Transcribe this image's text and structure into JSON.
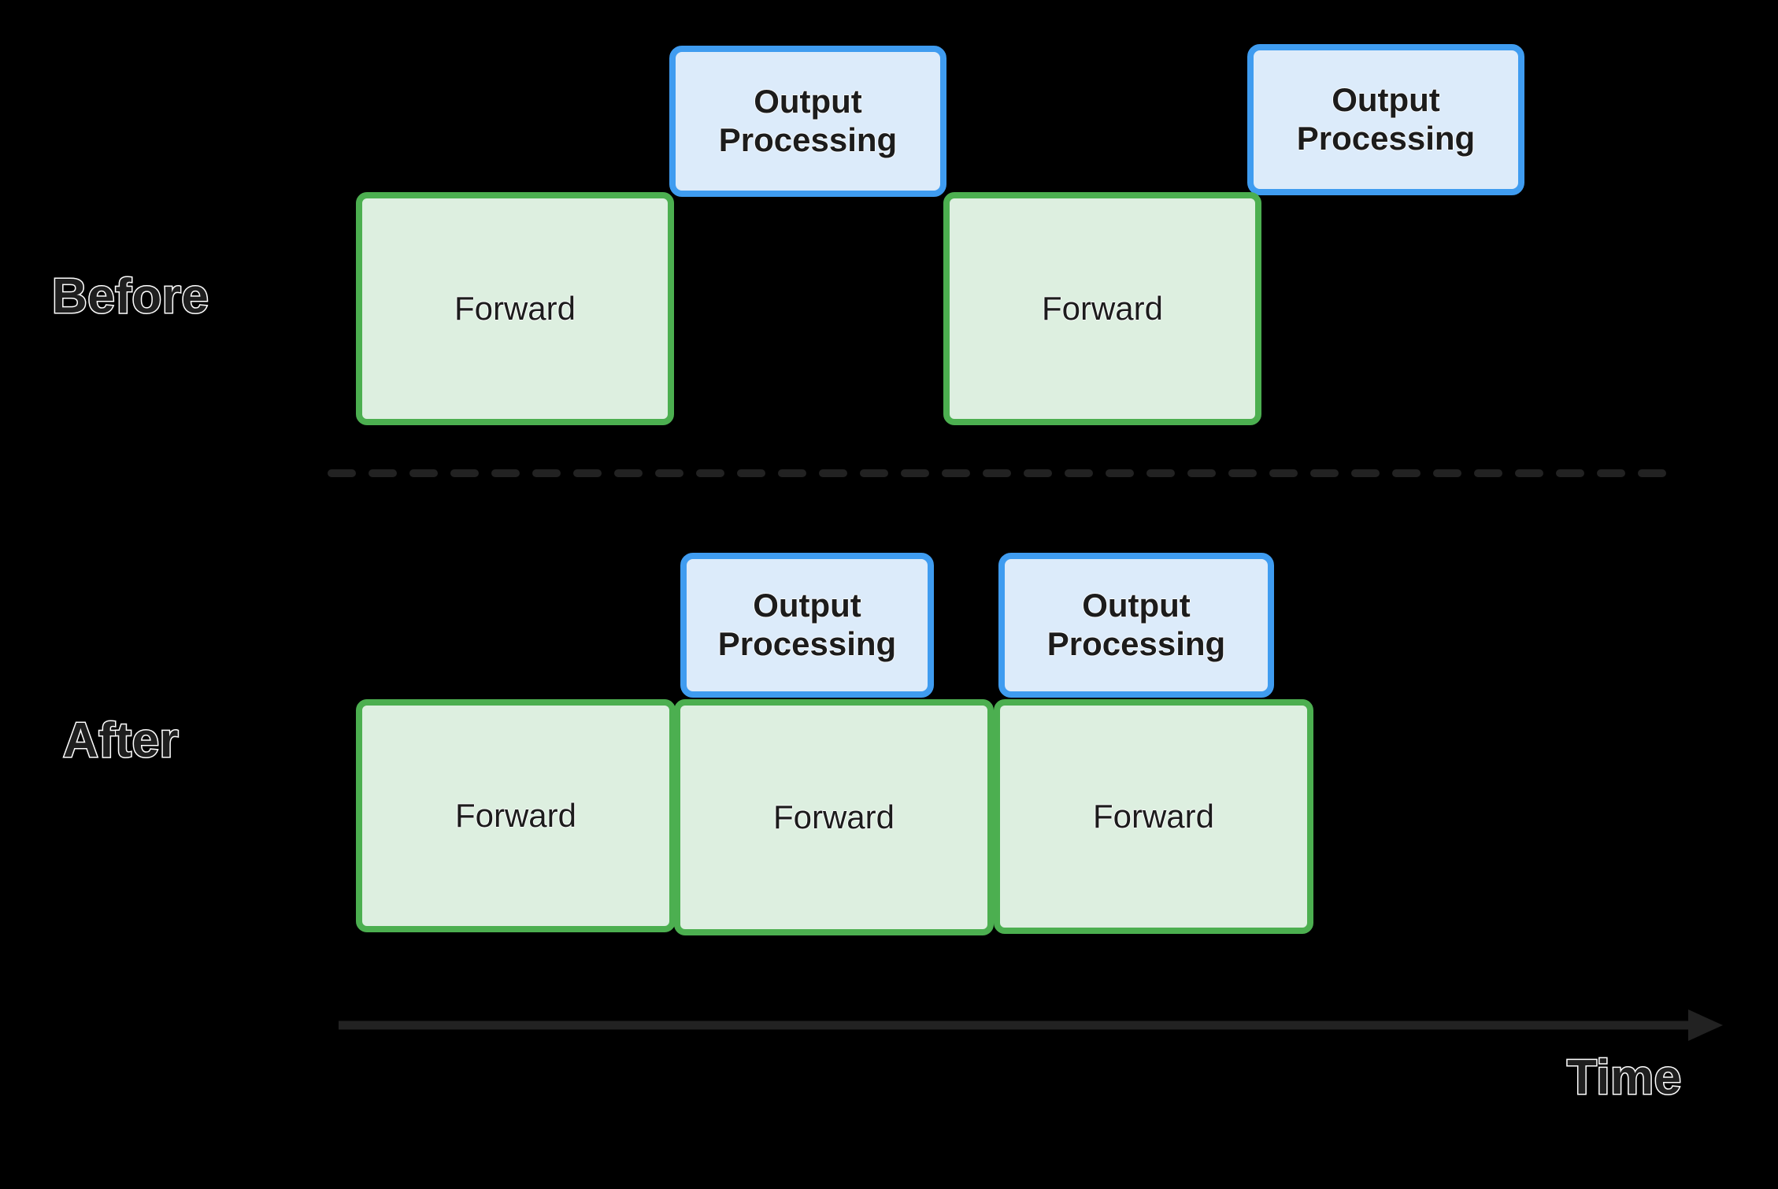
{
  "figure": {
    "background_color": "#000000",
    "rows": [
      {
        "id": "before",
        "label": "Before",
        "blocks": [
          {
            "type": "forward",
            "label": "Forward"
          },
          {
            "type": "output",
            "label": "Output\nProcessing"
          },
          {
            "type": "forward",
            "label": "Forward"
          },
          {
            "type": "output",
            "label": "Output\nProcessing"
          }
        ]
      },
      {
        "id": "after",
        "label": "After",
        "blocks": [
          {
            "type": "output",
            "label": "Output\nProcessing"
          },
          {
            "type": "output",
            "label": "Output\nProcessing"
          },
          {
            "type": "forward",
            "label": "Forward"
          },
          {
            "type": "forward",
            "label": "Forward"
          },
          {
            "type": "forward",
            "label": "Forward"
          }
        ]
      }
    ],
    "axis": {
      "label": "Time",
      "direction": "left-to-right",
      "color": "#222222"
    },
    "divider": {
      "style": "dashed",
      "color": "#222222"
    },
    "colors": {
      "forward_fill": "#ddefe0",
      "forward_border": "#4caf50",
      "output_fill": "#dcebfa",
      "output_border": "#3f9cf0",
      "text": "#1c1c1c",
      "label_outline": "#ffffff"
    }
  },
  "before": {
    "label": "Before",
    "forward_1": "Forward",
    "output_1_line1": "Output",
    "output_1_line2": "Processing",
    "forward_2": "Forward",
    "output_2_line1": "Output",
    "output_2_line2": "Processing"
  },
  "after": {
    "label": "After",
    "output_1_line1": "Output",
    "output_1_line2": "Processing",
    "output_2_line1": "Output",
    "output_2_line2": "Processing",
    "forward_1": "Forward",
    "forward_2": "Forward",
    "forward_3": "Forward"
  },
  "axis": {
    "label": "Time"
  }
}
